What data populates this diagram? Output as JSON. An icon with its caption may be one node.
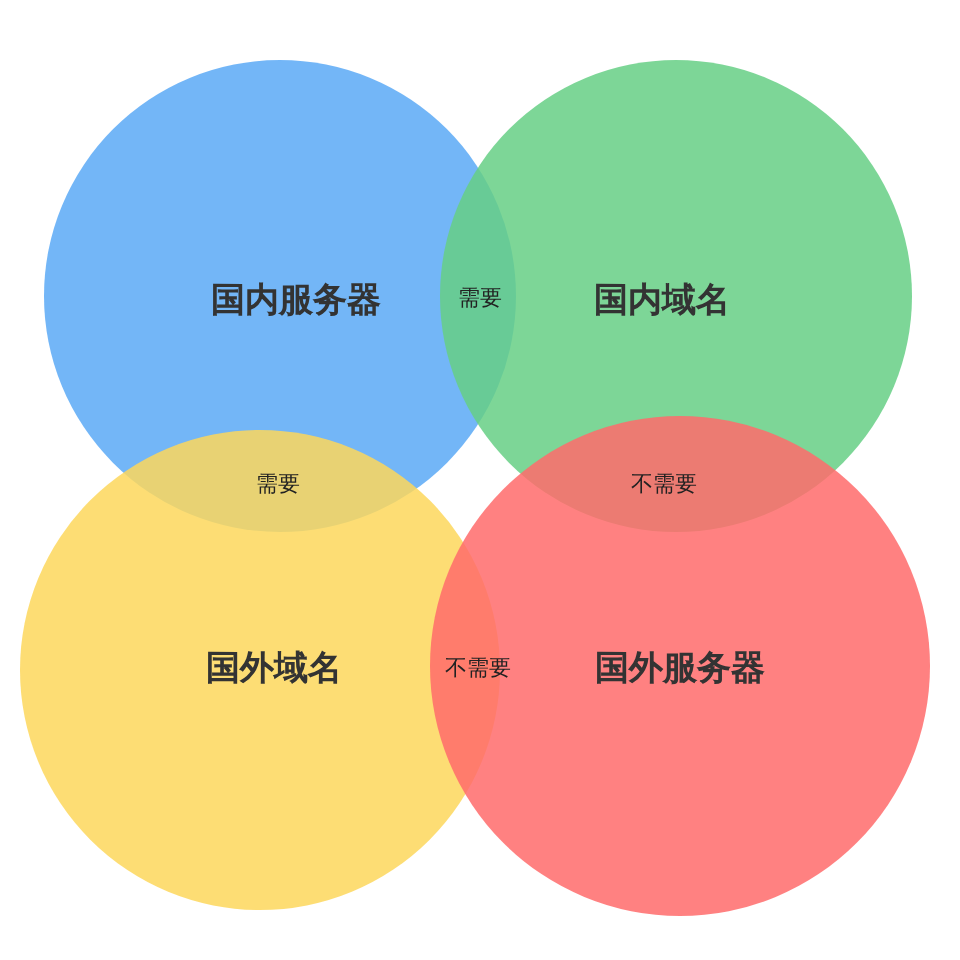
{
  "diagram": {
    "nodes": [
      {
        "text": [
          "国内服务器"
        ]
      },
      {
        "text": [
          "国内域名"
        ]
      },
      {
        "text": [
          "国外域名"
        ]
      },
      {
        "text": [
          "国外服务器"
        ]
      }
    ],
    "labels": [
      "需要",
      "需要",
      "不需要",
      "不需要"
    ]
  }
}
